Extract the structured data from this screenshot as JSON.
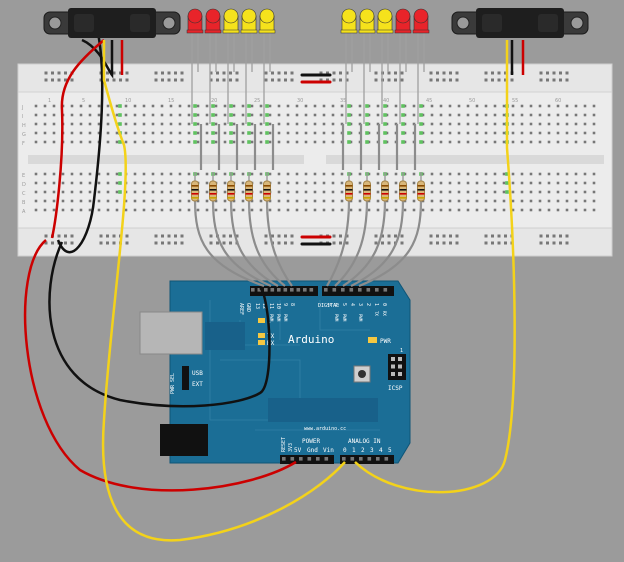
{
  "breadboard": {
    "row_letters_top": [
      "J",
      "I",
      "H",
      "G",
      "F"
    ],
    "row_letters_bottom": [
      "E",
      "D",
      "C",
      "B",
      "A"
    ],
    "column_numbers": [
      "1",
      "5",
      "10",
      "15",
      "20",
      "25",
      "30",
      "35",
      "40",
      "45",
      "50",
      "55",
      "60"
    ]
  },
  "leds": {
    "left": [
      "red",
      "red",
      "yellow",
      "yellow",
      "yellow"
    ],
    "right": [
      "yellow",
      "yellow",
      "yellow",
      "red",
      "red"
    ]
  },
  "arduino": {
    "brand": "Arduino",
    "website": "www.arduino.cc",
    "aref": "AREF",
    "gnd": "GND",
    "digital": "DIGITAL",
    "pins_high": [
      "13",
      "12",
      "11",
      "10",
      "9",
      "8"
    ],
    "pins_low": [
      "7",
      "6",
      "5",
      "4",
      "3",
      "2",
      "1",
      "0"
    ],
    "pwm": "PWM",
    "tx_pin": "TX",
    "rx_pin": "RX",
    "led_l": "L",
    "led_tx": "TX",
    "led_rx": "RX",
    "pwr_led": "PWR",
    "pwr_sel": "PWR SEL",
    "usb": "USB",
    "ext": "EXT",
    "icsp": "ICSP",
    "icsp_pin": "1",
    "reset": "RESET",
    "v33": "3V3",
    "power": "POWER",
    "power_pins": [
      "5V",
      "Gnd",
      "Vin"
    ],
    "analog_in": "ANALOG IN",
    "analog_pins": [
      "0",
      "1",
      "2",
      "3",
      "4",
      "5"
    ]
  },
  "colors": {
    "background": "#9b9b9b",
    "board": "#1b6e96",
    "breadboard": "#e8e8e8",
    "wire_red": "#cc0000",
    "wire_black": "#111111",
    "wire_yellow": "#f3d21a",
    "wire_grey": "#8c8c8c",
    "led_red": "#e8242a",
    "led_yellow": "#f5e21c",
    "hole_green": "#5fc25f"
  }
}
